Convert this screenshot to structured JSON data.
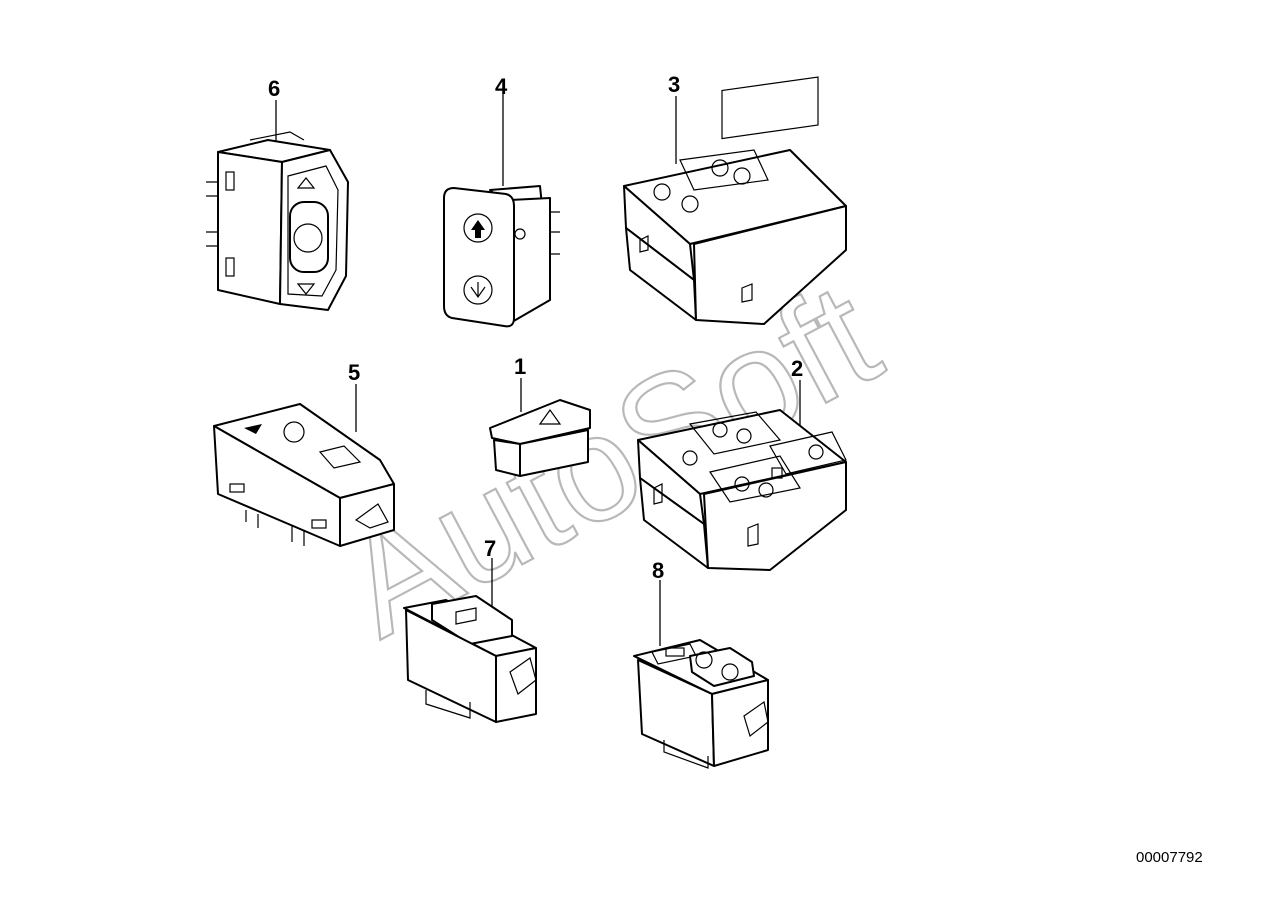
{
  "diagram": {
    "watermark": "AutoSoft",
    "reference_number": "00007792",
    "parts": [
      {
        "id": "part-1",
        "label": "1"
      },
      {
        "id": "part-2",
        "label": "2"
      },
      {
        "id": "part-3",
        "label": "3"
      },
      {
        "id": "part-4",
        "label": "4"
      },
      {
        "id": "part-5",
        "label": "5"
      },
      {
        "id": "part-6",
        "label": "6"
      },
      {
        "id": "part-7",
        "label": "7"
      },
      {
        "id": "part-8",
        "label": "8"
      }
    ]
  }
}
